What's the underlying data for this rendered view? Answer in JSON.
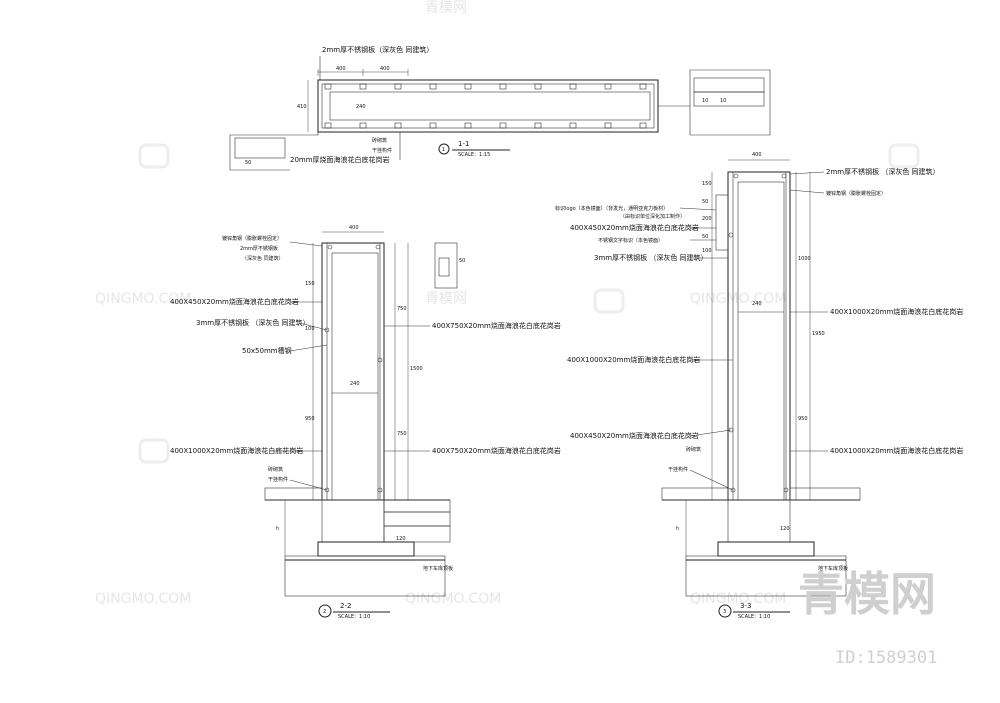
{
  "watermark": {
    "text": "QINGMO.COM",
    "logo_cn": "青模网"
  },
  "brand": {
    "big": "青模网",
    "id": "ID:1589301"
  },
  "sec1": {
    "title": "1-1",
    "scale": "SCALE：1:15",
    "num": "1",
    "dims": [
      "400",
      "400",
      "410",
      "240",
      "50",
      "10",
      "10"
    ],
    "notes": [
      "2mm厚不锈钢板（深灰色 同建筑）",
      "砖砌筑",
      "干挂构件",
      "20mm厚烧面海浪花白底花岗岩"
    ]
  },
  "sec2": {
    "title": "2-2",
    "scale": "SCALE：1:10",
    "num": "2",
    "dims": [
      "400",
      "150",
      "100",
      "950",
      "240",
      "750",
      "1500",
      "750",
      "120",
      "h"
    ],
    "notes_left": [
      "镀锌角钢（膨胀螺栓固定）",
      "2mm厚不锈钢板",
      "（深灰色 同建筑）",
      "400X450X20mm烧面海浪花白底花岗岩",
      "3mm厚不锈钢板 （深灰色 同建筑）",
      "50x50mm槽钢",
      "400X1000X20mm烧面海浪花白底花岗岩",
      "砖砌筑",
      "干挂构件"
    ],
    "notes_right": [
      "400X750X20mm烧面海浪花白底花岗岩",
      "400X750X20mm烧面海浪花白底花岗岩",
      "地下车库顶板"
    ],
    "detail_dim": "50"
  },
  "sec3": {
    "title": "3-3",
    "scale": "SCALE：1:10",
    "num": "3",
    "dims": [
      "400",
      "150",
      "50",
      "200",
      "50",
      "100",
      "1000",
      "240",
      "1950",
      "950",
      "120",
      "h"
    ],
    "notes_left": [
      "标识logo（本色镜面）（背发光，通明亚克力板材）",
      "（由标识单位深化加工制作）",
      "400X450X20mm烧面海浪花白底花岗岩",
      "不锈钢文字标识（本色镜面）",
      "3mm厚不锈钢板 （深灰色 同建筑）",
      "400X1000X20mm烧面海浪花白底花岗岩",
      "400X450X20mm烧面海浪花白底花岗岩",
      "砖砌筑",
      "干挂构件"
    ],
    "notes_right": [
      "2mm厚不锈钢板 （深灰色 同建筑）",
      "镀锌角钢（膨胀螺栓固定）",
      "400X1000X20mm烧面海浪花白底花岗岩",
      "400X1000X20mm烧面海浪花白底花岗岩",
      "地下车库顶板"
    ]
  }
}
